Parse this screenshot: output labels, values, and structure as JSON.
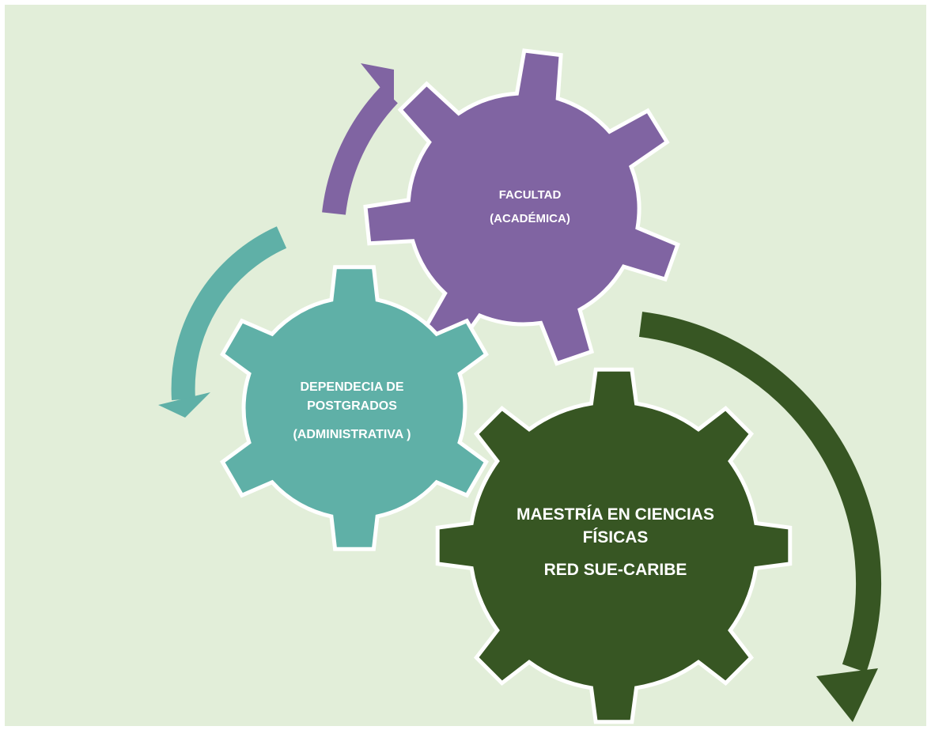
{
  "colors": {
    "background": "#e2eed9",
    "purple": "#8064a2",
    "teal": "#5fb0a7",
    "green": "#375623",
    "outline": "#ffffff"
  },
  "gears": {
    "facultad": {
      "line1": "FACULTAD",
      "line2": "(ACADÉMICA)"
    },
    "dependencia": {
      "line1": "DEPENDECIA DE",
      "line2": "POSTGRADOS",
      "line3": "(ADMINISTRATIVA )"
    },
    "maestria": {
      "line1": "MAESTRÍA EN CIENCIAS",
      "line2": "FÍSICAS",
      "line3": "RED SUE-CARIBE"
    }
  },
  "arrows": [
    "arrow-purple-up",
    "arrow-teal-down",
    "arrow-green-down"
  ]
}
